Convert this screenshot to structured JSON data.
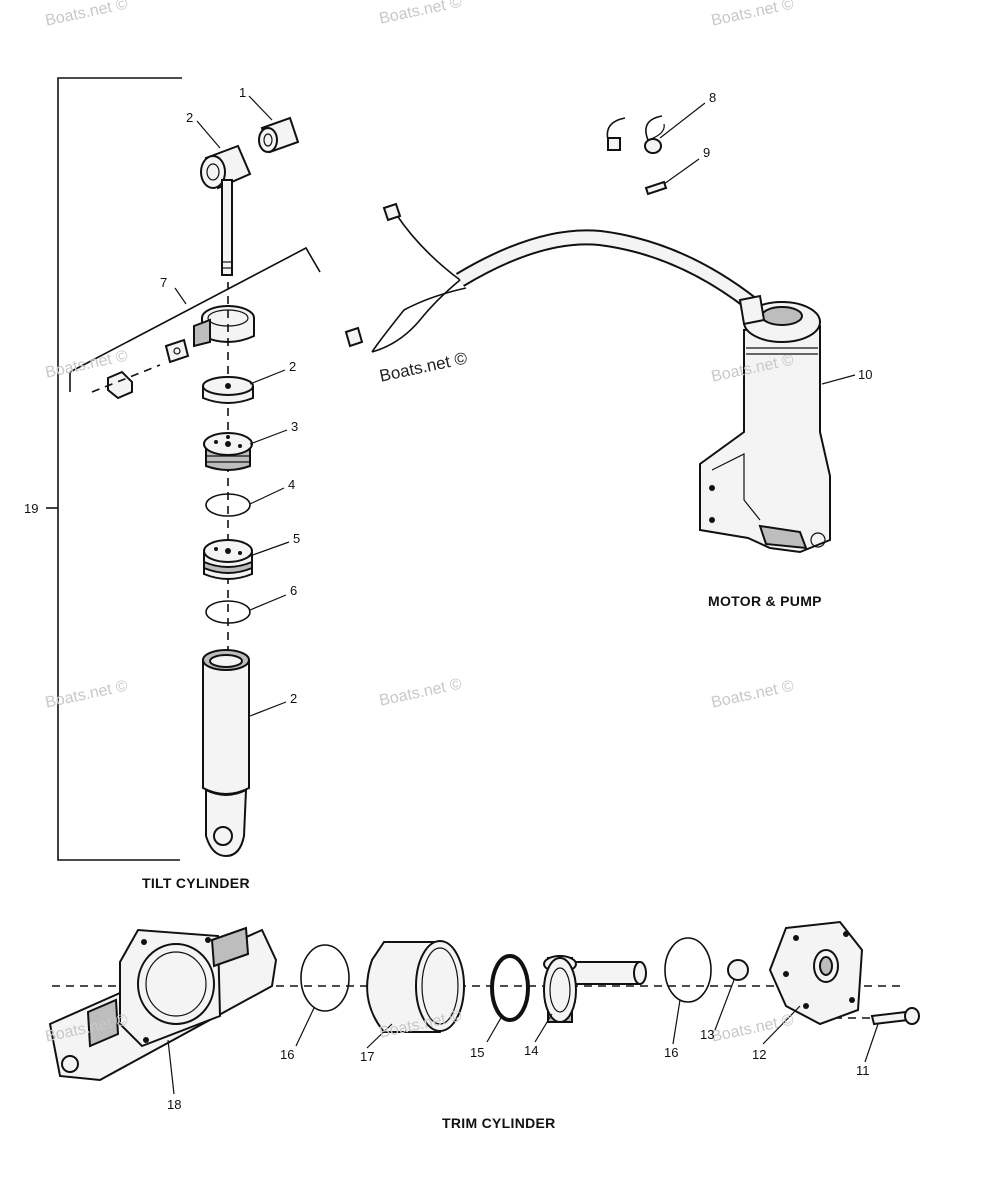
{
  "watermark": "Boats.net ©",
  "captions": {
    "tilt": "TILT CYLINDER",
    "motor": "MOTOR & PUMP",
    "trim": "TRIM CYLINDER"
  },
  "callouts": {
    "c1": "1",
    "c2a": "2",
    "c2b": "2",
    "c2c": "2",
    "c3": "3",
    "c4": "4",
    "c5": "5",
    "c6": "6",
    "c7": "7",
    "c8": "8",
    "c9": "9",
    "c10": "10",
    "c11": "11",
    "c12": "12",
    "c13": "13",
    "c14": "14",
    "c15": "15",
    "c16a": "16",
    "c16b": "16",
    "c17": "17",
    "c18": "18",
    "c19": "19"
  }
}
